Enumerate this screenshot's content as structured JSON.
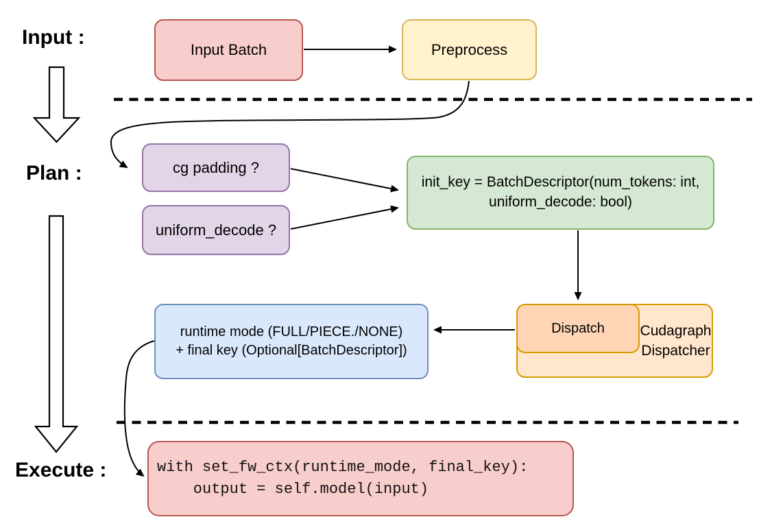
{
  "diagram": {
    "title_labels": {
      "input": "Input :",
      "plan": "Plan :",
      "execute": "Execute :"
    },
    "nodes": {
      "input_batch": {
        "label": "Input Batch"
      },
      "preprocess": {
        "label": "Preprocess"
      },
      "cg_padding": {
        "label": "cg padding ?"
      },
      "uniform_decode": {
        "label": "uniform_decode ?"
      },
      "init_key": {
        "line1": "init_key = BatchDescriptor(num_tokens: int,",
        "line2": "uniform_decode: bool)"
      },
      "dispatch": {
        "label": "Dispatch"
      },
      "cudagraph_dispatcher": {
        "line1": "Cudagraph",
        "line2": "Dispatcher"
      },
      "runtime_key": {
        "line1": "runtime mode (FULL/PIECE./NONE)",
        "line2": "+ final key (Optional[BatchDescriptor])"
      },
      "execute_code": {
        "line1": "with set_fw_ctx(runtime_mode, final_key):",
        "line2": "    output = self.model(input)"
      }
    },
    "colors": {
      "red_fill": "#f8cecc",
      "red_stroke": "#b85450",
      "yellow_fill": "#fff2cc",
      "yellow_stroke": "#d6b656",
      "purple_fill": "#e1d5e7",
      "purple_stroke": "#9673a6",
      "green_fill": "#d5e8d4",
      "green_stroke": "#82b366",
      "blue_fill": "#dae8fc",
      "blue_stroke": "#6c8ebf",
      "orange_outer_fill": "#ffe6cc",
      "orange_inner_fill": "#ffd5b5",
      "orange_stroke": "#d79b00",
      "connector": "#000000",
      "background": "#ffffff"
    }
  }
}
